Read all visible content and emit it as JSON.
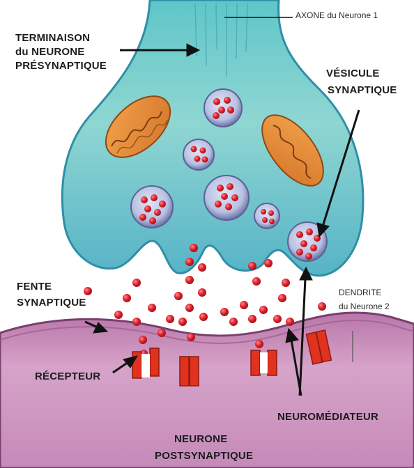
{
  "labels": {
    "axone": "AXONE du Neurone 1",
    "terminaison_line1": "TERMINAISON",
    "terminaison_line2": "du NEURONE",
    "terminaison_line3": "PRÉSYNAPTIQUE",
    "vesicule_line1": "VÉSICULE",
    "vesicule_line2": "SYNAPTIQUE",
    "fente_line1": "FENTE",
    "fente_line2": "SYNAPTIQUE",
    "dendrite_line1": "DENDRITE",
    "dendrite_line2": "du Neurone 2",
    "recepteur": "RÉCEPTEUR",
    "neuromediateur": "NEUROMÉDIATEUR",
    "postsyn_line1": "NEURONE",
    "postsyn_line2": "POSTSYNAPTIQUE"
  },
  "colors": {
    "presynaptic": "#7fcfd0",
    "presynaptic_dark": "#3f9fb4",
    "postsynaptic": "#c889b8",
    "postsynaptic_edge": "#8a4f7d",
    "mitochondria": "#e8923c",
    "vesicle": "#a9b3d8",
    "neurotransmitter": "#d8202c",
    "receptor": "#e0321e"
  }
}
